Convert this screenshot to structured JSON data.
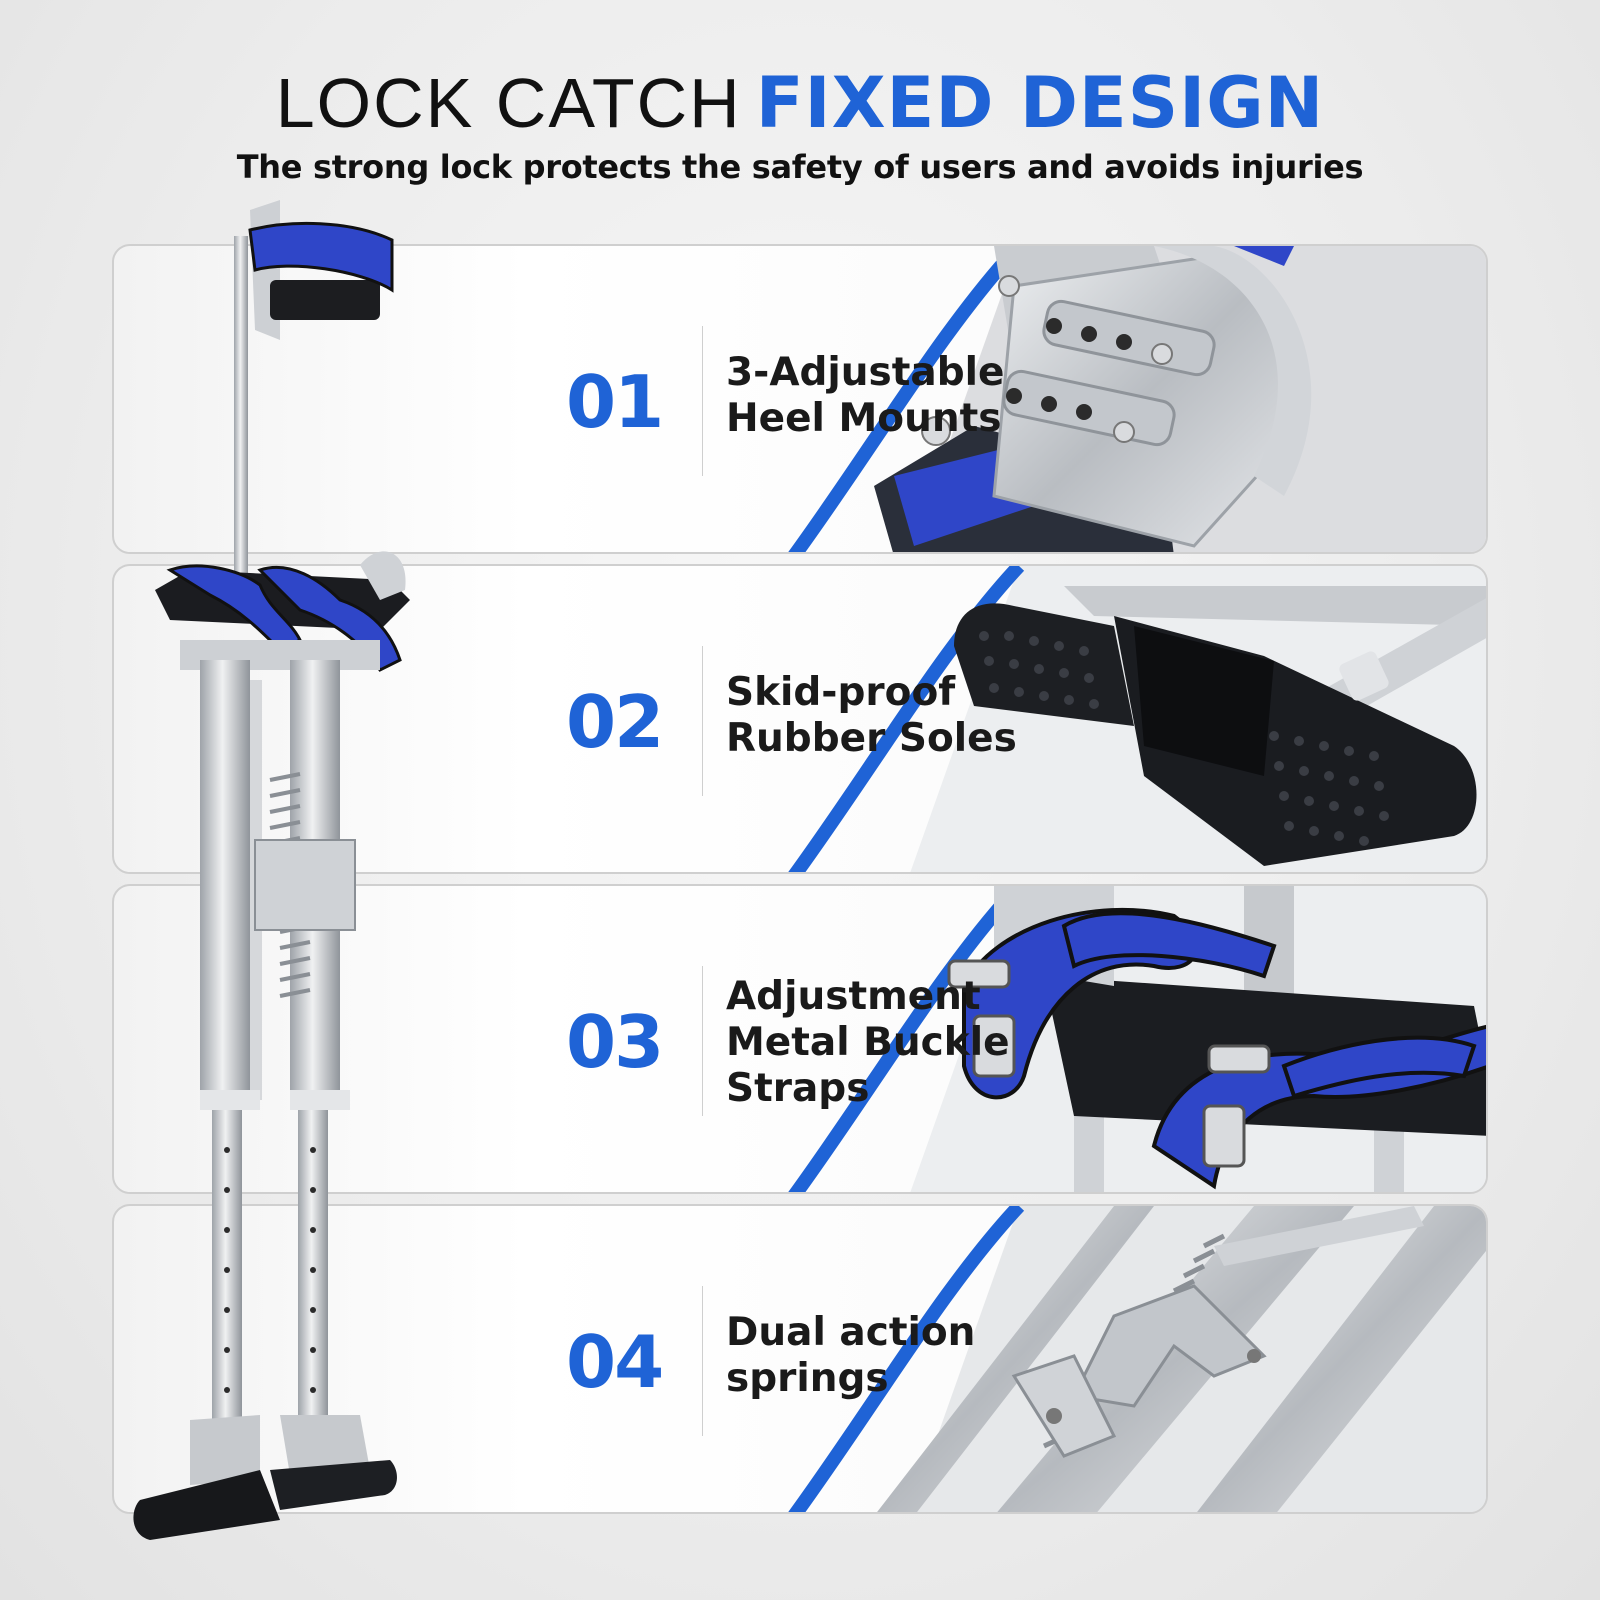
{
  "header": {
    "title_light": "LOCK CATCH",
    "title_bold": "FIXED DESIGN",
    "subtitle": "The strong lock protects the safety of users and avoids injuries"
  },
  "features": [
    {
      "number": "01",
      "label": "3-Adjustable\nHeel Mounts",
      "image": "heel-mount-photo"
    },
    {
      "number": "02",
      "label": "Skid-proof\nRubber Soles",
      "image": "rubber-sole-photo"
    },
    {
      "number": "03",
      "label": "Adjustment\nMetal Buckle\nStraps",
      "image": "buckle-strap-photo"
    },
    {
      "number": "04",
      "label": "Dual action\nsprings",
      "image": "spring-photo"
    }
  ],
  "colors": {
    "accent": "#1f63d6",
    "text": "#111111",
    "panel_border": "#cfcfcf",
    "strap_blue": "#2f46c8",
    "metal": "#c4c7cc"
  },
  "product": {
    "image": "drywall-stilts-photo"
  }
}
